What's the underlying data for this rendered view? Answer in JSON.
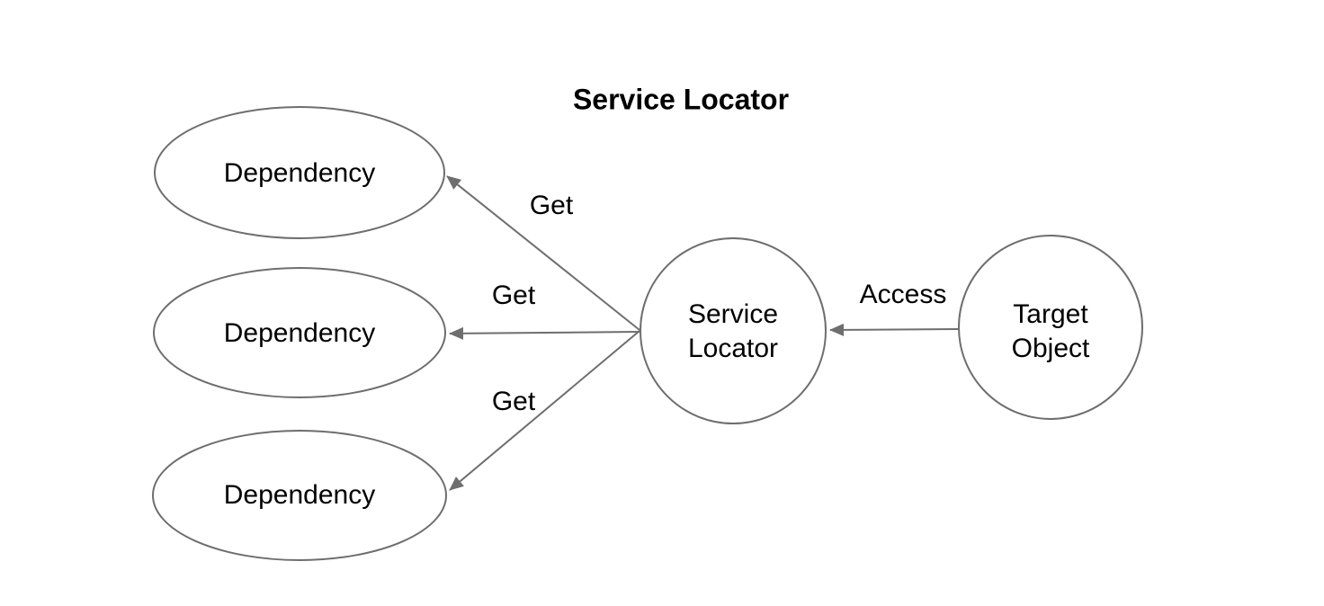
{
  "diagram": {
    "title": "Service Locator",
    "colors": {
      "background": "#ffffff",
      "shape_stroke": "#6e6e6e",
      "text": "#000000"
    },
    "nodes": {
      "dependency1": {
        "label": "Dependency",
        "shape": "ellipse"
      },
      "dependency2": {
        "label": "Dependency",
        "shape": "ellipse"
      },
      "dependency3": {
        "label": "Dependency",
        "shape": "ellipse"
      },
      "service_locator": {
        "label": "Service\nLocator",
        "shape": "circle"
      },
      "target_object": {
        "label": "Target\nObject",
        "shape": "circle"
      }
    },
    "edges": {
      "get1": {
        "label": "Get",
        "from": "service_locator",
        "to": "dependency1"
      },
      "get2": {
        "label": "Get",
        "from": "service_locator",
        "to": "dependency2"
      },
      "get3": {
        "label": "Get",
        "from": "service_locator",
        "to": "dependency3"
      },
      "access": {
        "label": "Access",
        "from": "target_object",
        "to": "service_locator"
      }
    }
  }
}
